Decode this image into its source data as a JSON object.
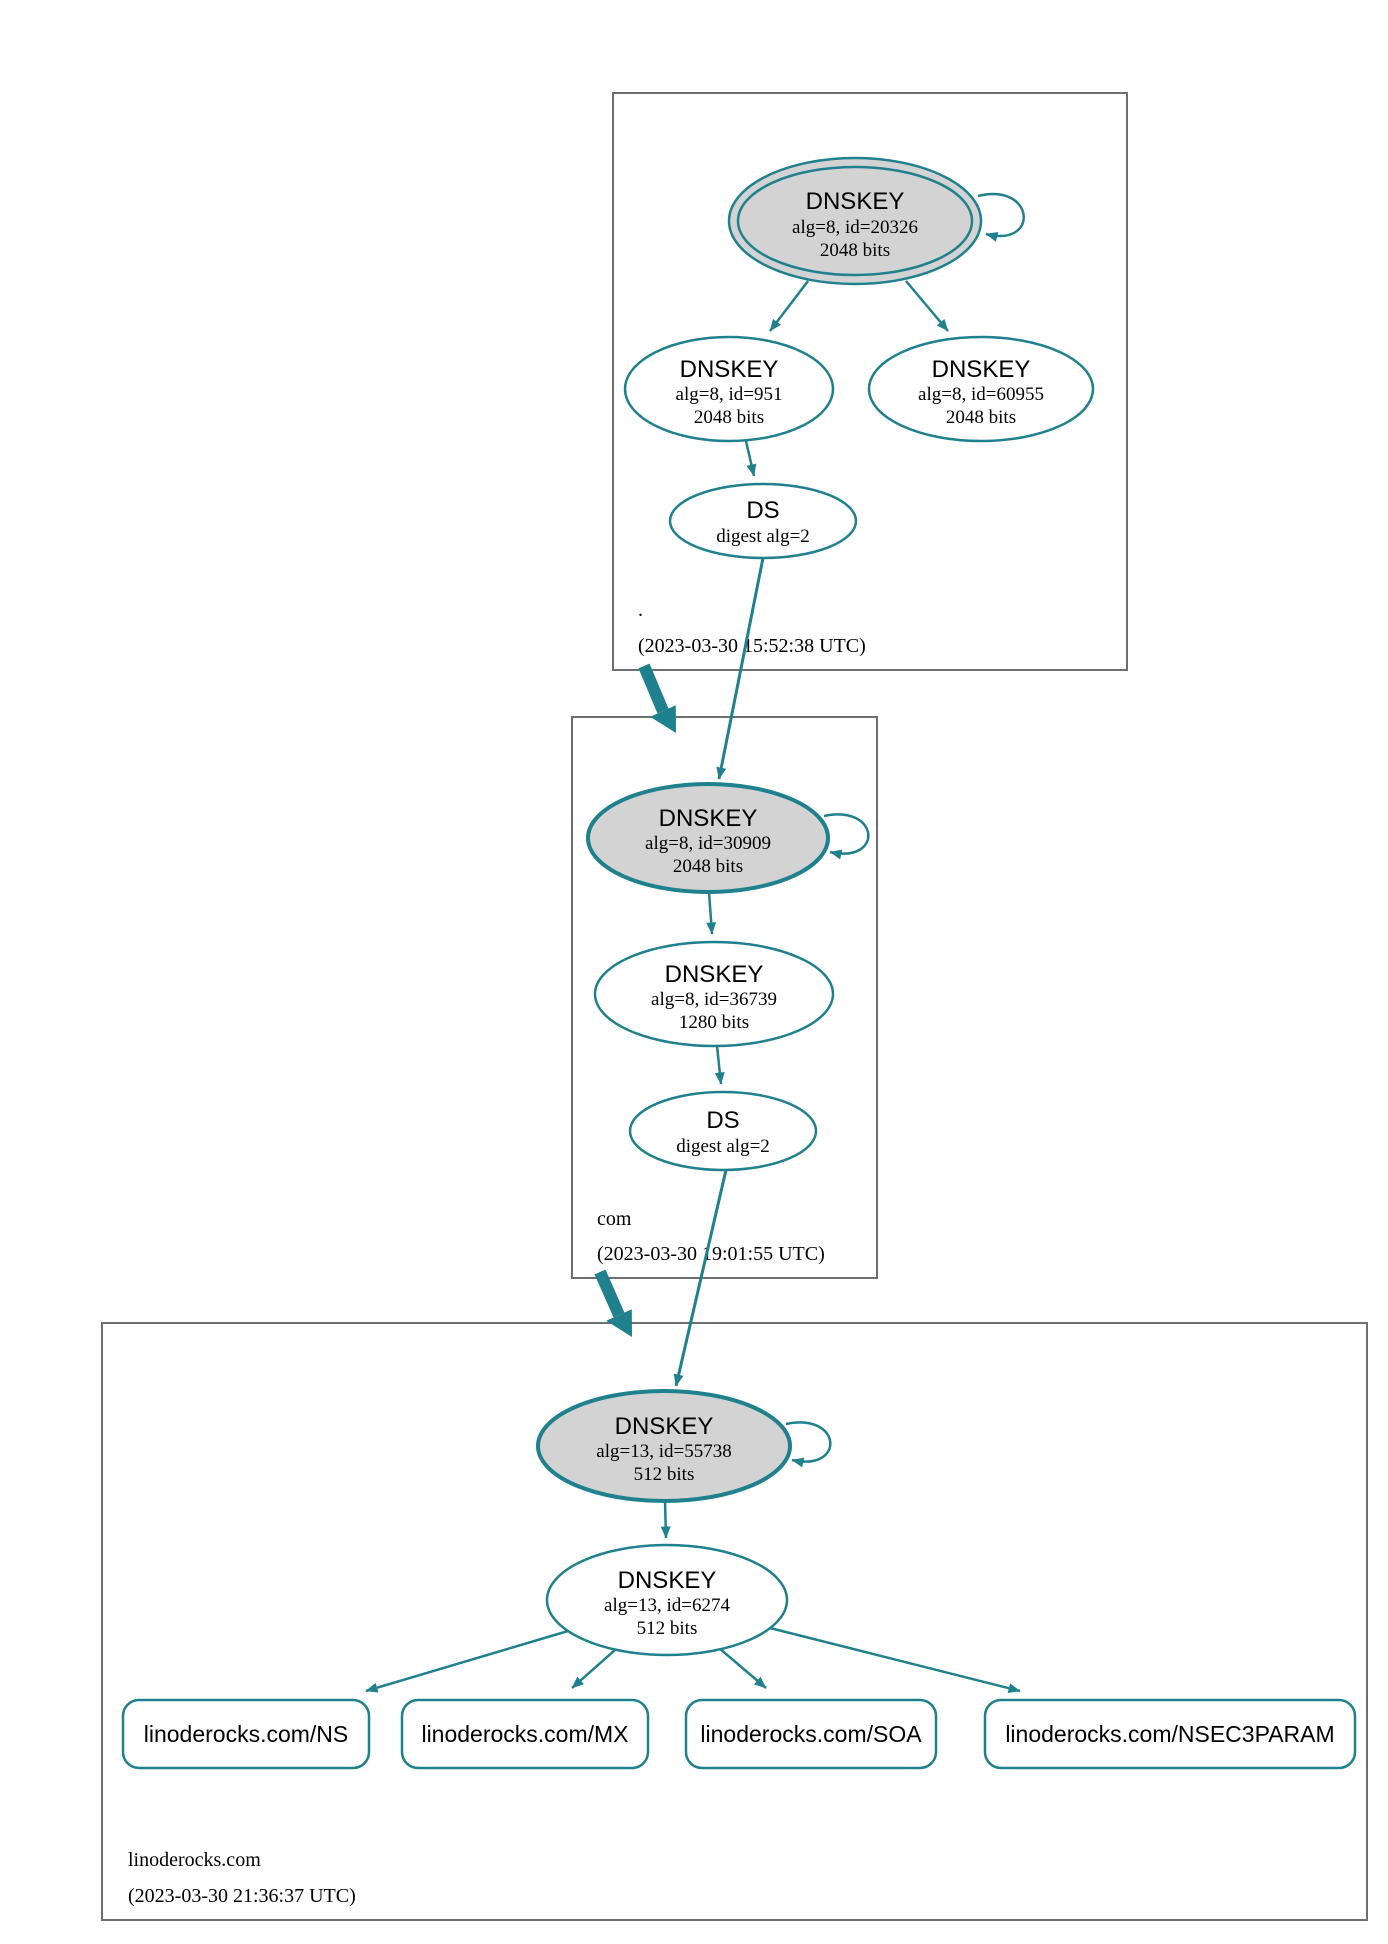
{
  "colors": {
    "secure": "#1f808e",
    "kskFill": "#d3d3d3",
    "boxBorder": "#6e6e6e",
    "text": "#000000"
  },
  "zones": {
    "root": {
      "label": ".",
      "timestamp": "(2023-03-30 15:52:38 UTC)",
      "ksk": {
        "title": "DNSKEY",
        "detail": "alg=8, id=20326",
        "bits": "2048 bits"
      },
      "zsk": {
        "title": "DNSKEY",
        "detail": "alg=8, id=951",
        "bits": "2048 bits"
      },
      "zsk2": {
        "title": "DNSKEY",
        "detail": "alg=8, id=60955",
        "bits": "2048 bits"
      },
      "ds": {
        "title": "DS",
        "detail": "digest alg=2"
      }
    },
    "com": {
      "label": "com",
      "timestamp": "(2023-03-30 19:01:55 UTC)",
      "ksk": {
        "title": "DNSKEY",
        "detail": "alg=8, id=30909",
        "bits": "2048 bits"
      },
      "zsk": {
        "title": "DNSKEY",
        "detail": "alg=8, id=36739",
        "bits": "1280 bits"
      },
      "ds": {
        "title": "DS",
        "detail": "digest alg=2"
      }
    },
    "linoderocks": {
      "label": "linoderocks.com",
      "timestamp": "(2023-03-30 21:36:37 UTC)",
      "ksk": {
        "title": "DNSKEY",
        "detail": "alg=13, id=55738",
        "bits": "512 bits"
      },
      "zsk": {
        "title": "DNSKEY",
        "detail": "alg=13, id=6274",
        "bits": "512 bits"
      },
      "rrsets": [
        {
          "label": "linoderocks.com/NS"
        },
        {
          "label": "linoderocks.com/MX"
        },
        {
          "label": "linoderocks.com/SOA"
        },
        {
          "label": "linoderocks.com/NSEC3PARAM"
        }
      ]
    }
  }
}
